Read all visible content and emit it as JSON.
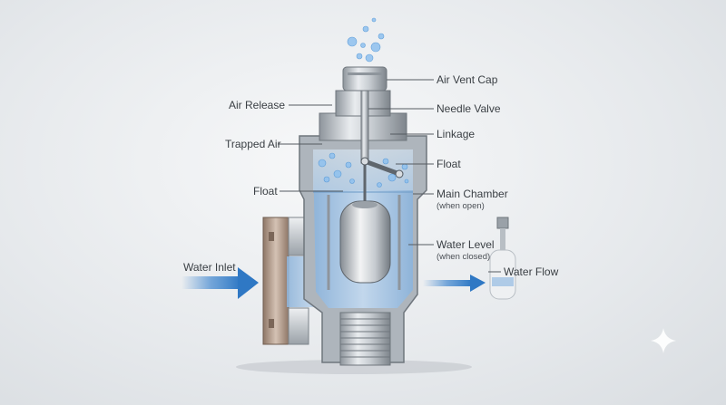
{
  "labels": {
    "air_vent_cap": "Air Vent Cap",
    "air_release": "Air Release",
    "needle_valve": "Needle Valve",
    "trapped_air": "Trapped Air",
    "linkage": "Linkage",
    "float_right": "Float",
    "float_left": "Float",
    "main_chamber": "Main Chamber",
    "main_chamber_note": "(when open)",
    "water_level": "Water Level",
    "water_level_note": "(when closed)",
    "water_inlet": "Water Inlet",
    "water_flow": "Water Flow"
  },
  "colors": {
    "metal_light": "#e4e7ea",
    "metal_dark": "#8e959c",
    "water": "#a9c6e2",
    "water_deep": "#7fa9d2",
    "arrow": "#3f86cf",
    "bronze": "#b39a88"
  },
  "icons": {
    "watermark": "sparkle-icon"
  }
}
